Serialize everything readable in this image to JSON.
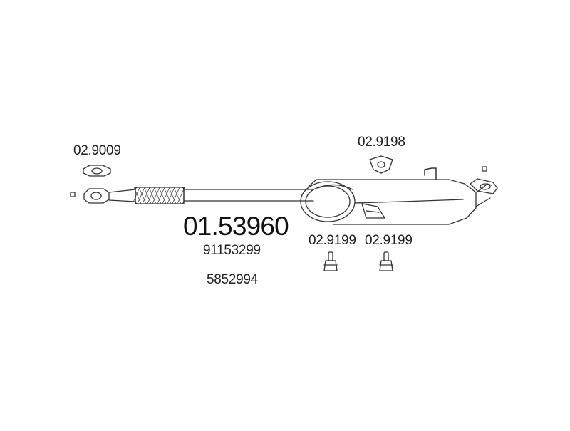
{
  "part_number": "01.53960",
  "oem_numbers": [
    "91153299",
    "5852994"
  ],
  "accessories": {
    "flange_gasket": "02.9009",
    "muffler_gasket": "02.9198",
    "hanger_left": "02.9199",
    "hanger_right": "02.9199"
  }
}
